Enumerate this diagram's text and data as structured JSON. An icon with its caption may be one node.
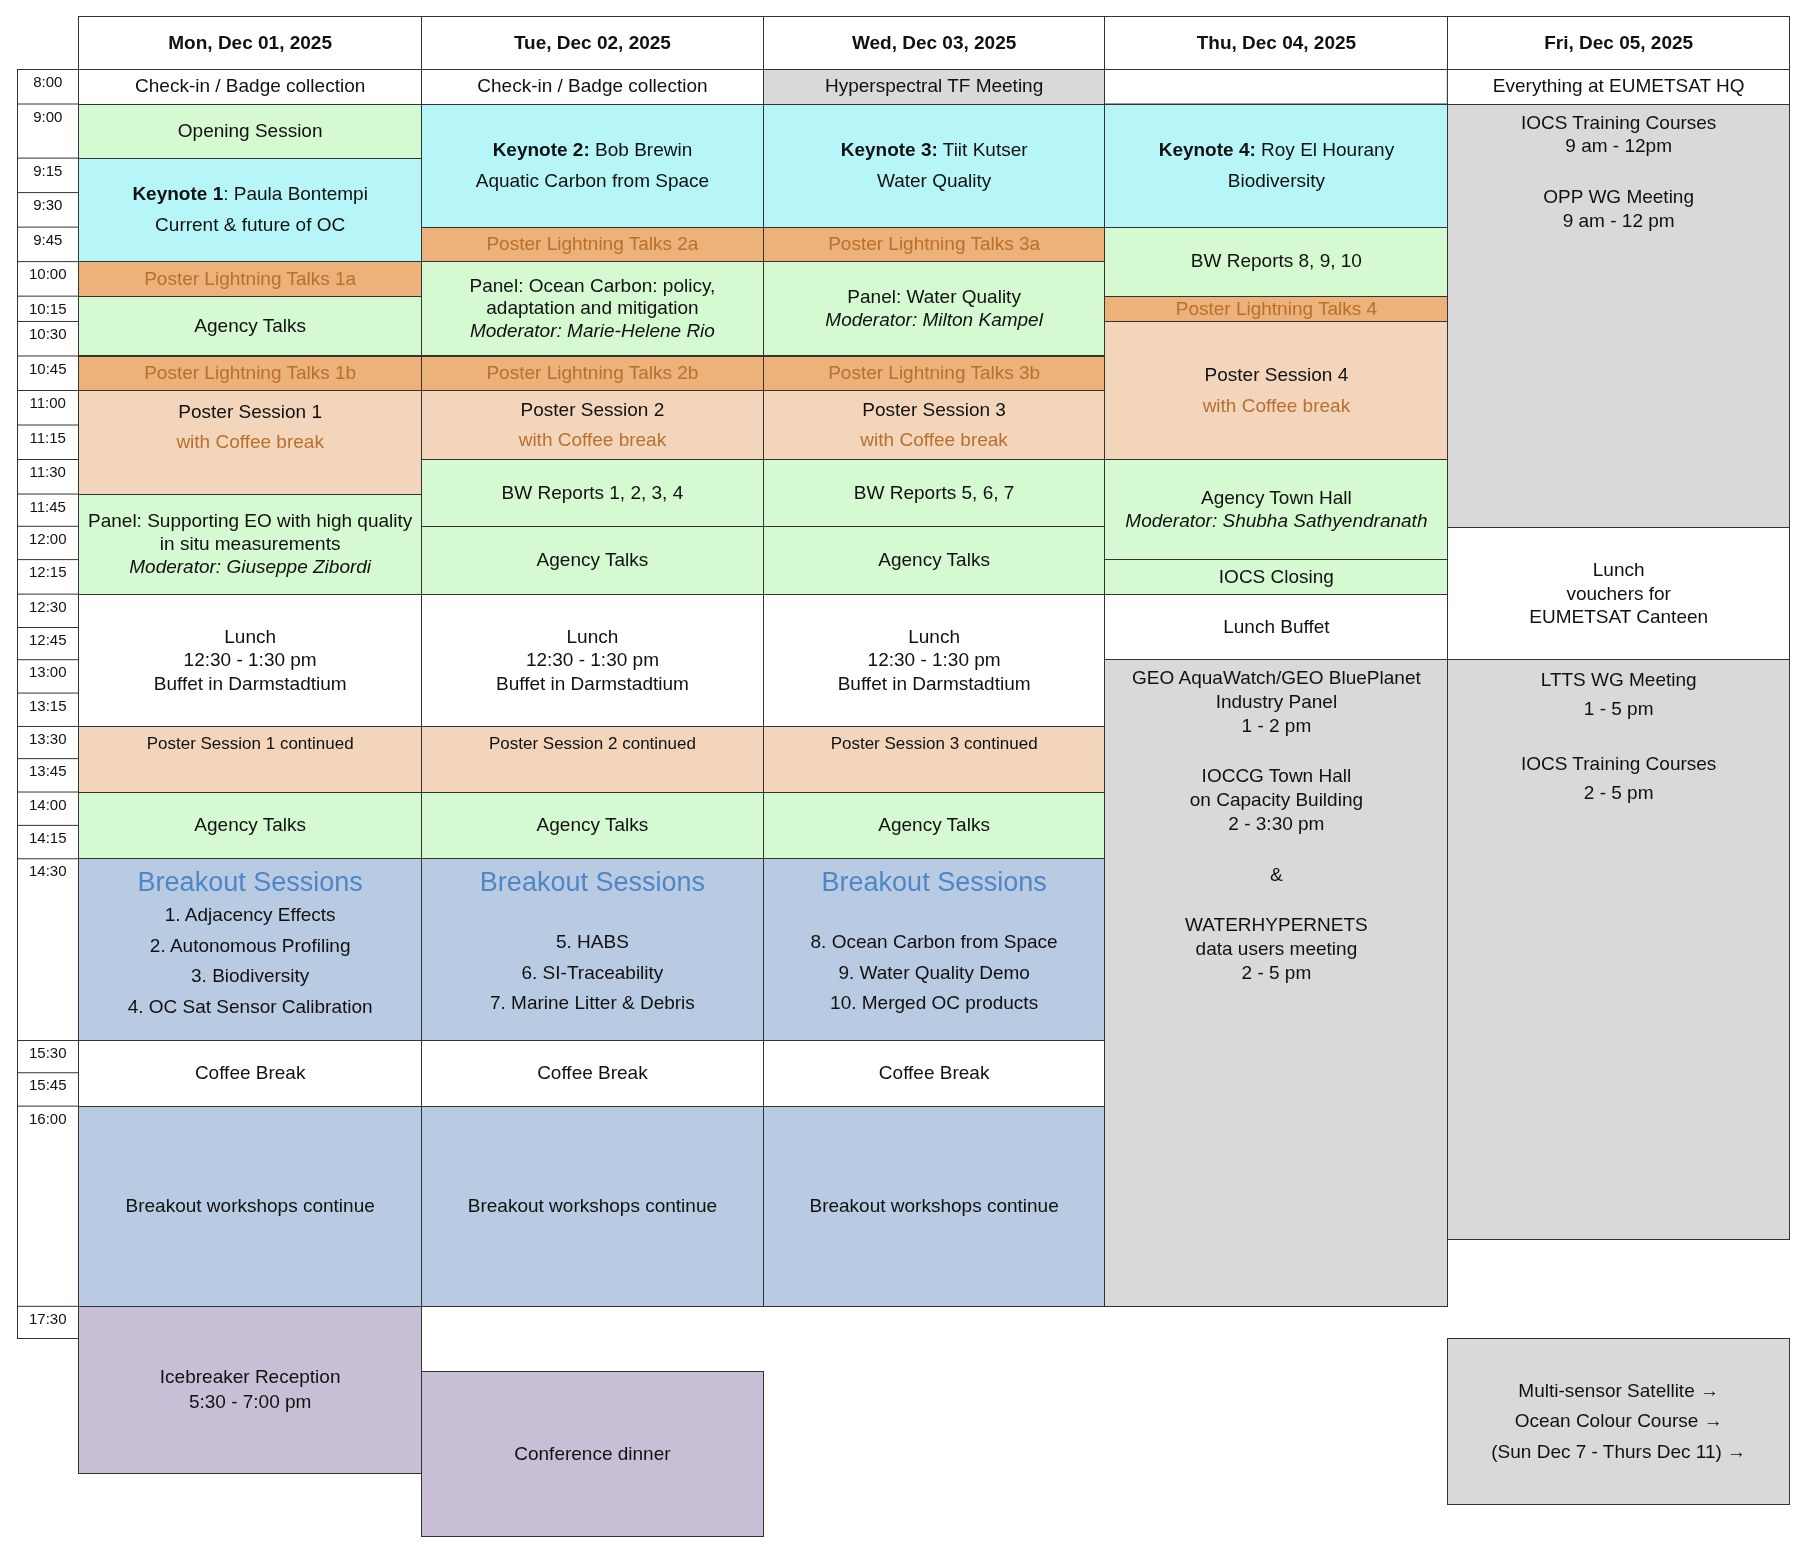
{
  "diagram": {
    "nodes": [
      {
        "text": [
          "Mon, Dec 01, 2025"
        ]
      },
      {
        "text": [
          "Tue, Dec 02, 2025"
        ]
      },
      {
        "text": [
          "Wed, Dec 03, 2025"
        ]
      },
      {
        "text": [
          "Thu, Dec 04, 2025"
        ]
      },
      {
        "text": [
          "Fri, Dec 05, 2025"
        ]
      },
      {
        "text": [
          "Check-in / Badge collection"
        ]
      },
      {
        "text": [
          "Opening Session"
        ]
      },
      {
        "text": [
          "**Keynote 1**: Paula Bontempi",
          "Current & future of OC"
        ]
      },
      {
        "text": [
          "Poster Lightning Talks 1a"
        ]
      },
      {
        "text": [
          "Agency Talks"
        ]
      },
      {
        "text": [
          "Poster Lightning Talks 1b"
        ]
      },
      {
        "text": [
          "Poster Session 1",
          "with Coffee break"
        ]
      },
      {
        "text": [
          "Panel: Supporting EO with high quality in situ measurements",
          "Moderator: Giuseppe Zibordi"
        ]
      },
      {
        "text": [
          "Lunch",
          "12:30 - 1:30 pm",
          "Buffet in Darmstadtium"
        ]
      },
      {
        "text": [
          "Poster Session 1 continued"
        ]
      },
      {
        "text": [
          "Agency Talks"
        ]
      },
      {
        "text": [
          "Breakout Sessions",
          "1. Adjacency Effects",
          "2. Autonomous Profiling",
          "3. Biodiversity",
          "4. OC Sat Sensor Calibration"
        ]
      },
      {
        "text": [
          "Coffee Break"
        ]
      },
      {
        "text": [
          "Breakout workshops continue"
        ]
      },
      {
        "text": [
          "Icebreaker Reception",
          "5:30 - 7:00 pm"
        ]
      },
      {
        "text": [
          "Check-in / Badge collection"
        ]
      },
      {
        "text": [
          "**Keynote 2:** Bob Brewin",
          "Aquatic Carbon from Space"
        ]
      },
      {
        "text": [
          "Poster Lightning Talks 2a"
        ]
      },
      {
        "text": [
          "Panel: Ocean Carbon: policy, adaptation and mitigation",
          "Moderator: Marie-Helene Rio"
        ]
      },
      {
        "text": [
          "Poster Lightning Talks 2b"
        ]
      },
      {
        "text": [
          "Poster Session 2",
          "with Coffee break"
        ]
      },
      {
        "text": [
          "BW Reports 1, 2, 3, 4"
        ]
      },
      {
        "text": [
          "Agency Talks"
        ]
      },
      {
        "text": [
          "Lunch",
          "12:30 - 1:30 pm",
          "Buffet in Darmstadtium"
        ]
      },
      {
        "text": [
          "Poster Session 2 continued"
        ]
      },
      {
        "text": [
          "Agency Talks"
        ]
      },
      {
        "text": [
          "Breakout Sessions",
          "5. HABS",
          "6. SI-Traceability",
          "7. Marine Litter & Debris"
        ]
      },
      {
        "text": [
          "Coffee Break"
        ]
      },
      {
        "text": [
          "Breakout workshops continue"
        ]
      },
      {
        "text": [
          "Conference dinner"
        ]
      },
      {
        "text": [
          "Hyperspectral TF Meeting"
        ]
      },
      {
        "text": [
          "**Keynote 3:** Tiit Kutser",
          "Water Quality"
        ]
      },
      {
        "text": [
          "Poster Lightning Talks 3a"
        ]
      },
      {
        "text": [
          "Panel: Water Quality",
          "Moderator: Milton Kampel"
        ]
      },
      {
        "text": [
          "Poster Lightning Talks 3b"
        ]
      },
      {
        "text": [
          "Poster Session 3",
          "with Coffee break"
        ]
      },
      {
        "text": [
          "BW Reports 5, 6, 7"
        ]
      },
      {
        "text": [
          "Agency Talks"
        ]
      },
      {
        "text": [
          "Lunch",
          "12:30 - 1:30 pm",
          "Buffet in Darmstadtium"
        ]
      },
      {
        "text": [
          "Poster Session 3 continued"
        ]
      },
      {
        "text": [
          "Agency Talks"
        ]
      },
      {
        "text": [
          "Breakout Sessions",
          "8. Ocean Carbon from Space",
          "9. Water Quality Demo",
          "10. Merged OC products"
        ]
      },
      {
        "text": [
          "Coffee Break"
        ]
      },
      {
        "text": [
          "Breakout workshops continue"
        ]
      },
      {
        "text": [],
        "shape": "box"
      },
      {
        "text": [
          "**Keynote 4:** Roy El Hourany",
          "Biodiversity"
        ]
      },
      {
        "text": [
          "BW Reports 8, 9, 10"
        ]
      },
      {
        "text": [
          "Poster Lightning Talks 4"
        ]
      },
      {
        "text": [
          "Poster Session 4",
          "with Coffee break"
        ]
      },
      {
        "text": [
          "Agency Town Hall",
          "Moderator: Shubha Sathyendranath"
        ]
      },
      {
        "text": [
          "IOCS Closing"
        ]
      },
      {
        "text": [
          "Lunch Buffet"
        ]
      },
      {
        "text": [
          "GEO AquaWatch/GEO BluePlanet",
          "Industry Panel",
          "1 - 2 pm",
          "IOCCG Town Hall",
          "on Capacity Building",
          "2 - 3:30 pm",
          "&",
          "WATERHYPERNETS",
          "data users meeting",
          "2 - 5 pm"
        ]
      },
      {
        "text": [
          "Everything at EUMETSAT HQ"
        ]
      },
      {
        "text": [
          "IOCS Training Courses",
          "9 am - 12pm",
          "OPP WG Meeting",
          "9 am - 12 pm"
        ]
      },
      {
        "text": [
          "Lunch",
          "vouchers for",
          "EUMETSAT Canteen"
        ]
      },
      {
        "text": [
          "LTTS WG Meeting",
          "1 - 5 pm",
          "IOCS Training Courses",
          "2 - 5 pm"
        ]
      },
      {
        "text": [
          "Multi-sensor Satellite  →",
          "Ocean Colour Course →",
          "(Sun Dec 7 - Thurs Dec 11) →"
        ]
      }
    ],
    "labels": [
      "8:00",
      "9:00",
      "9:15",
      "9:30",
      "9:45",
      "10:00",
      "10:15",
      "10:30",
      "10:45",
      "11:00",
      "11:15",
      "11:30",
      "11:45",
      "12:00",
      "12:15",
      "12:30",
      "12:45",
      "13:00",
      "13:15",
      "13:30",
      "13:45",
      "14:00",
      "14:15",
      "14:30",
      "15:30",
      "15:45",
      "16:00",
      "17:30"
    ]
  }
}
